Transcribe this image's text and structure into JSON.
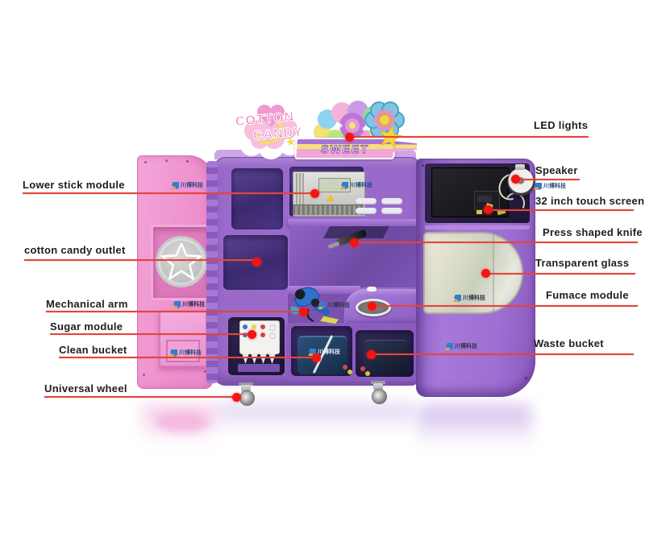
{
  "brand": {
    "logo_text": "川博科技"
  },
  "decorations": {
    "sign_line1": "COTTON",
    "sign_line2": "CANDY",
    "banner_text": "SWEET"
  },
  "callouts": {
    "left": [
      {
        "text": "Lower stick module"
      },
      {
        "text": "cotton candy outlet"
      },
      {
        "text": "Mechanical arm"
      },
      {
        "text": "Sugar module"
      },
      {
        "text": "Clean bucket"
      },
      {
        "text": "Universal wheel"
      }
    ],
    "right": [
      {
        "text": "LED lights"
      },
      {
        "text": "Speaker"
      },
      {
        "text": "32 inch  touch screen"
      },
      {
        "text": "Press shaped knife"
      },
      {
        "text": "Transparent glass"
      },
      {
        "text": "Fumace module"
      },
      {
        "text": "Waste bucket"
      }
    ]
  },
  "colors": {
    "callout_line": "#e2463c",
    "callout_dot": "#f31414",
    "cabinet_purple": "#9a6acb",
    "left_door_pink": "#f09ad2",
    "right_door_purple": "#9d70d2",
    "label_text": "#1e1e1e"
  }
}
